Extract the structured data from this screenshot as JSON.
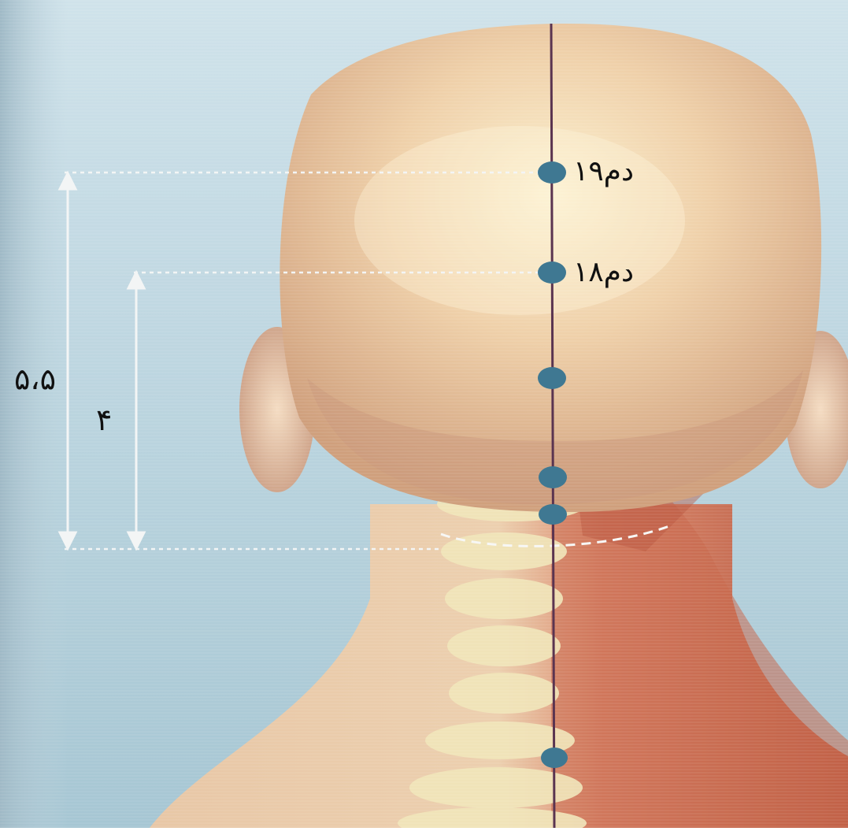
{
  "point_labels": {
    "gv19": "دم۱۹",
    "gv18": "دم۱۸"
  },
  "measurements": {
    "outer": "۵،۵",
    "inner": "۴"
  },
  "colors": {
    "background_top": "#c7dde5",
    "background_bottom": "#a9c9d6",
    "skin": "#e9c7a2",
    "skin_shadow": "#c99a78",
    "muscle": "#c8674d",
    "bone": "#efe3b6",
    "meridian_line": "#5a3450",
    "acupoint": "#3f7892",
    "guide_line": "#f2f4f4",
    "label_text": "#111111"
  },
  "icons": [
    "acupoint-dot",
    "dimension-arrow"
  ]
}
